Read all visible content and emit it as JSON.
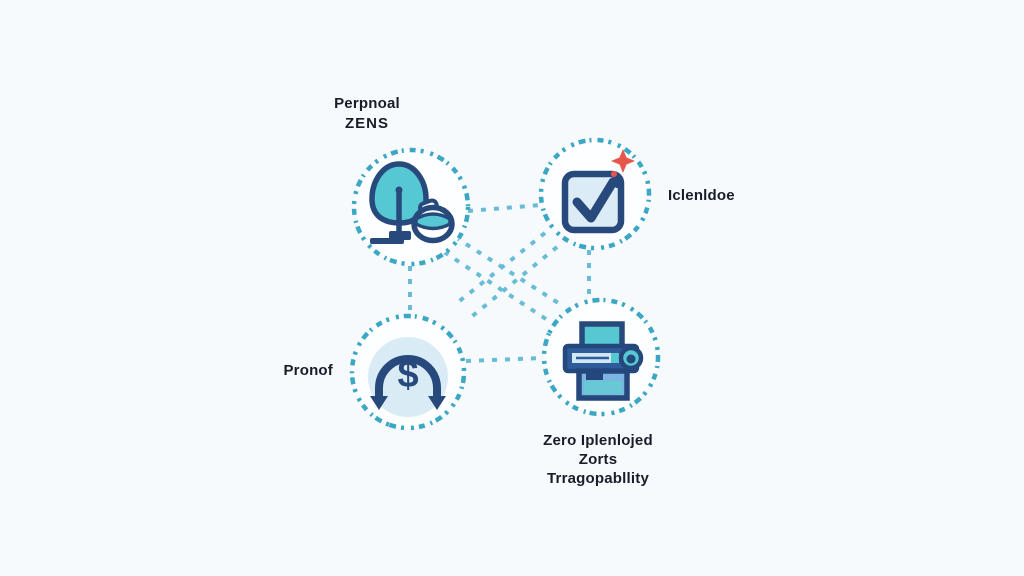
{
  "canvas": {
    "background": "#f6fafc"
  },
  "colors": {
    "circle_dash": "#3ba7c4",
    "connector_dash": "#68bcd6",
    "icon_navy": "#27497c",
    "icon_teal": "#57c7d2",
    "icon_light_blue": "#d9ecf6",
    "icon_mid_blue": "#7db5e2",
    "accent_red": "#e7564b",
    "text": "#181d2a"
  },
  "labels": {
    "top": {
      "line1": "Perpnoal",
      "line2": "ZENS"
    },
    "right": "Iclenldoe",
    "left": "Pronof",
    "bottom": {
      "line1": "Zero Iplenlojed",
      "line2": "Zorts",
      "line3": "Trragopabllity"
    }
  },
  "icons": {
    "dollar_symbol": "$"
  },
  "nodes": [
    {
      "id": "tree-node",
      "icon": "tree-and-pot-icon",
      "label_ref": "top"
    },
    {
      "id": "checkbox-node",
      "icon": "checkbox-spark-icon",
      "label_ref": "right"
    },
    {
      "id": "dollar-node",
      "icon": "dollar-arrows-icon",
      "label_ref": "left"
    },
    {
      "id": "printer-node",
      "icon": "printer-receipt-icon",
      "label_ref": "bottom"
    }
  ],
  "connections": [
    {
      "from": "tree-node",
      "to": "checkbox-node"
    },
    {
      "from": "tree-node",
      "to": "dollar-node"
    },
    {
      "from": "checkbox-node",
      "to": "printer-node"
    },
    {
      "from": "dollar-node",
      "to": "printer-node"
    },
    {
      "from": "tree-node",
      "to": "printer-node"
    },
    {
      "from": "tree-node",
      "to": "printer-node"
    },
    {
      "from": "checkbox-node",
      "to": "dollar-node"
    },
    {
      "from": "checkbox-node",
      "to": "dollar-node"
    }
  ]
}
